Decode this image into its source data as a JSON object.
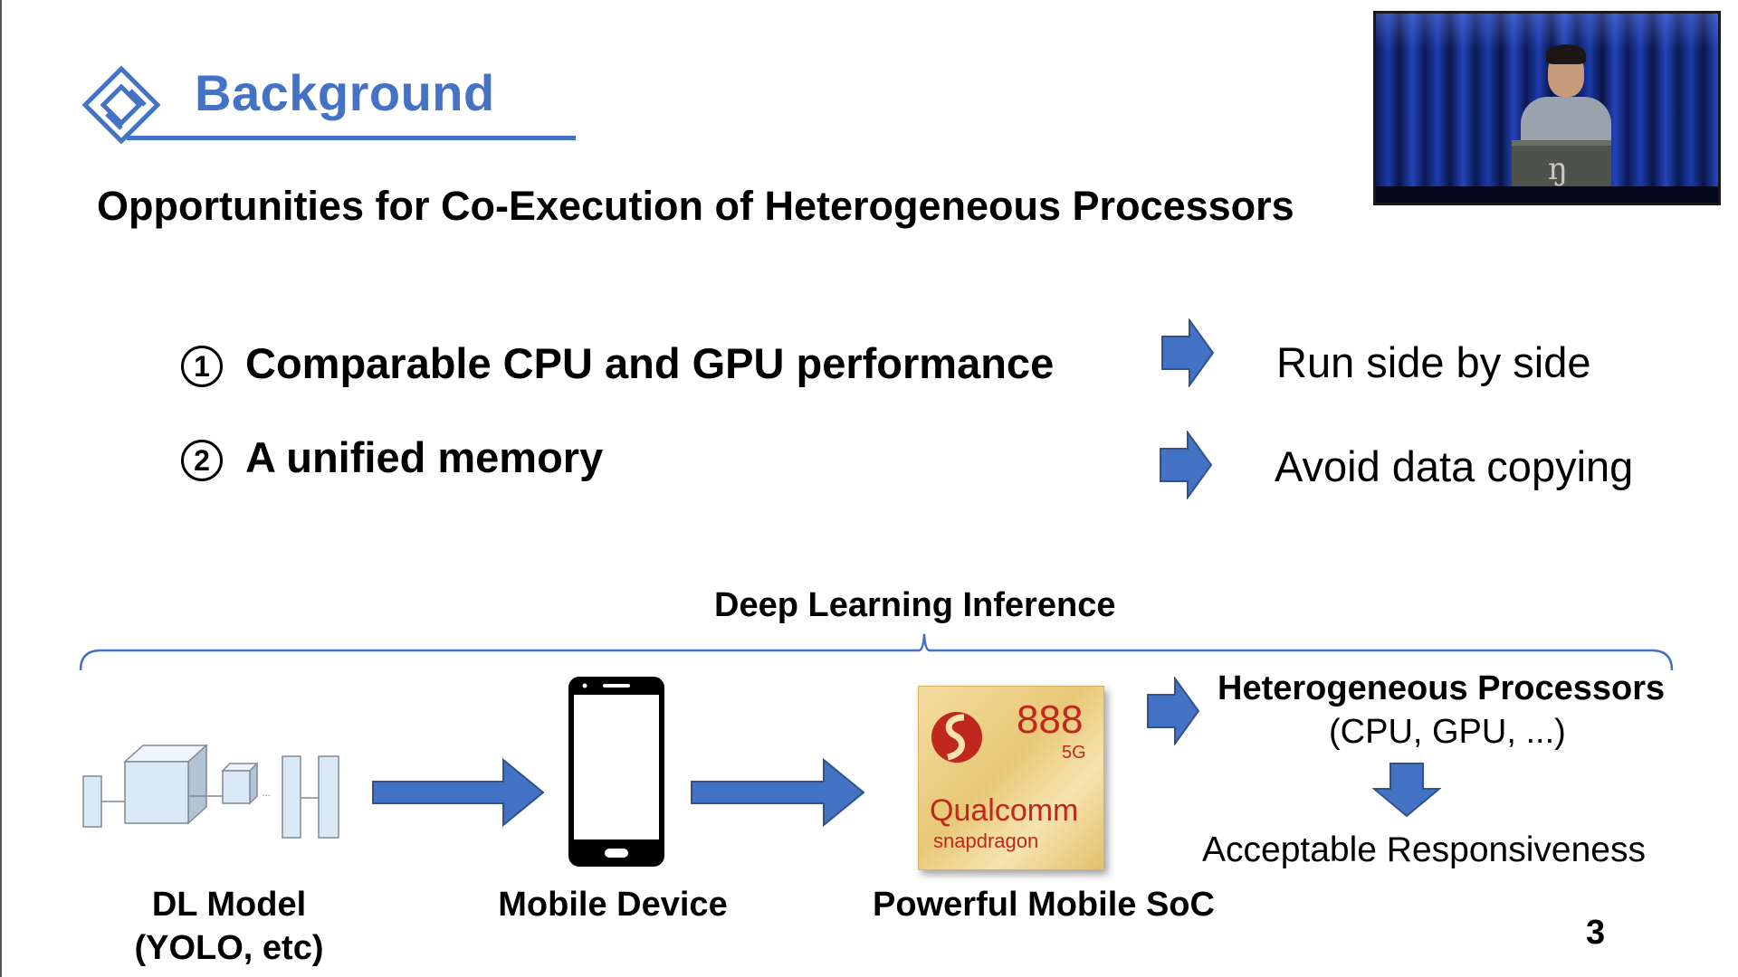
{
  "slide": {
    "section_title": "Background",
    "subtitle": "Opportunities for Co-Execution of Heterogeneous Processors",
    "page_number": "3"
  },
  "points": [
    {
      "number": "1",
      "text": "Comparable CPU and GPU performance",
      "result": "Run side by side"
    },
    {
      "number": "2",
      "text": "A unified memory",
      "result": "Avoid data copying"
    }
  ],
  "diagram": {
    "bracket_label": "Deep Learning Inference",
    "model_caption_line1": "DL Model",
    "model_caption_line2": "(YOLO, etc)",
    "device_caption": "Mobile Device",
    "soc_caption": "Powerful Mobile SoC",
    "chip": {
      "model": "888",
      "variant": "5G",
      "brand": "Qualcomm",
      "product": "snapdragon"
    },
    "hetero_title": "Heterogeneous Processors",
    "hetero_sub": "(CPU, GPU, ...)",
    "outcome": "Acceptable Responsiveness"
  },
  "colors": {
    "accent": "#4472c4",
    "arrow_fill": "#4472c4",
    "arrow_stroke": "#2f528f",
    "chip_red": "#c0281e",
    "model_box": "#dbe8f6"
  },
  "icons": [
    "diamond-logo-icon",
    "right-arrow-icon",
    "down-arrow-icon",
    "smartphone-icon",
    "snapdragon-logo-icon"
  ]
}
